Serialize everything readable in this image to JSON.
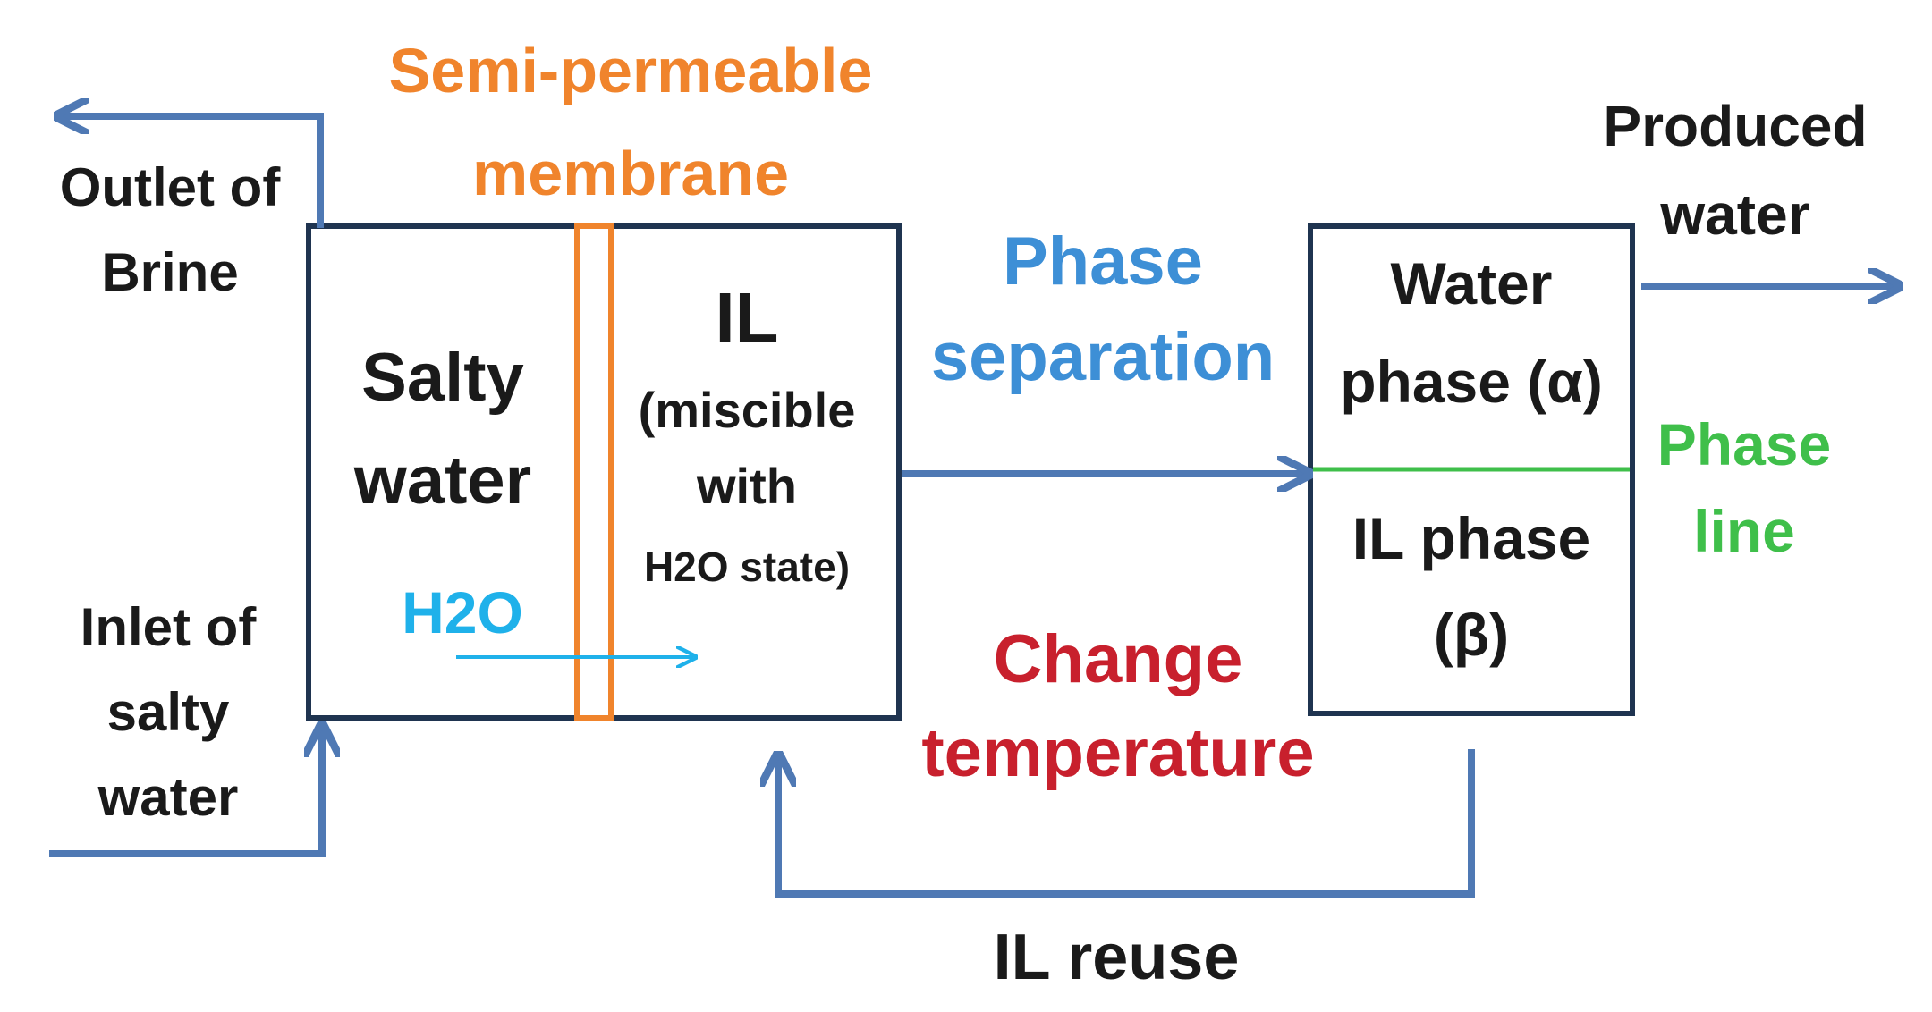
{
  "membrane_label": [
    "Semi-permeable",
    "membrane"
  ],
  "outlet_label": [
    "Outlet of",
    "Brine"
  ],
  "inlet_label": [
    "Inlet of",
    "salty",
    "water"
  ],
  "salty_label": [
    "Salty",
    "water"
  ],
  "h2o_label": "H2O",
  "il_label": [
    "IL",
    "(miscible",
    "with",
    "H2O state)"
  ],
  "phase_separation_label": [
    "Phase",
    "separation"
  ],
  "change_temp_label": [
    "Change",
    "temperature"
  ],
  "il_reuse_label": "IL reuse",
  "water_phase_label": [
    "Water",
    "phase (α)"
  ],
  "il_phase_label": [
    "IL phase",
    "(β)"
  ],
  "phase_line_label": [
    "Phase",
    "line"
  ],
  "produced_label": [
    "Produced",
    "water"
  ],
  "colors": {
    "box_border": "#1f3450",
    "arrow_blue": "#4f79b4",
    "membrane_orange": "#f0842c",
    "phase_separation_blue": "#3d8fd6",
    "h2o_cyan": "#1fb1ea",
    "change_red": "#c8202d",
    "phase_line_green": "#3fbf4a",
    "text_dark": "#1a1a1a"
  }
}
